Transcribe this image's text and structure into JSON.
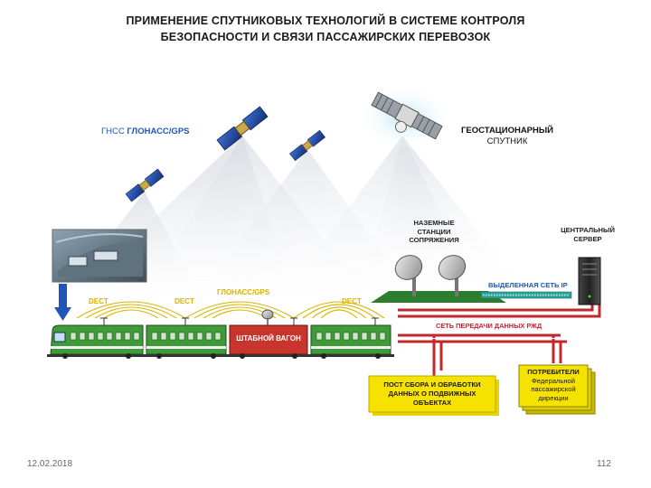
{
  "slide": {
    "title_line1": "ПРИМЕНЕНИЕ СПУТНИКОВЫХ ТЕХНОЛОГИЙ В СИСТЕМЕ КОНТРОЛЯ",
    "title_line2": "БЕЗОПАСНОСТИ И СВЯЗИ ПАССАЖИРСКИХ ПЕРЕВОЗОК",
    "date": "12.02.2018",
    "page_number": "112"
  },
  "diagram": {
    "gnss_label_a": "ГНСС ",
    "gnss_label_b": "ГЛОНАСС/GPS",
    "geo_label_line1": "ГЕОСТАЦИОНАРНЫЙ",
    "geo_label_line2": "СПУТНИК",
    "ground_stations_line1": "НАЗЕМНЫЕ",
    "ground_stations_line2": "СТАНЦИИ",
    "ground_stations_line3": "СОПРЯЖЕНИЯ",
    "central_server_line1": "ЦЕНТРАЛЬНЫЙ",
    "central_server_line2": "СЕРВЕР",
    "dedicated_ip": "ВЫДЕЛЕННАЯ СЕТЬ IP",
    "rzd_network": "СЕТЬ ПЕРЕДАЧИ ДАННЫХ РЖД",
    "dect_1": "DECT",
    "dect_2": "DECT",
    "dect_3": "DECT",
    "glonass_train": "ГЛОНАСС/GPS",
    "staff_car": "ШТАБНОЙ ВАГОН",
    "post_line1": "ПОСТ СБОРА И ОБРАБОТКИ",
    "post_line2": "ДАННЫХ О ПОДВИЖНЫХ",
    "post_line3": "ОБЪЕКТАХ",
    "consumers_line1": "ПОТРЕБИТЕЛИ",
    "consumers_line2": "Федеральной",
    "consumers_line3": "пассажирской",
    "consumers_line4": "дирекции"
  },
  "colors": {
    "network_red": "#c0282d",
    "accent_blue": "#1f57b8",
    "train_green": "#3f9a3a",
    "staff_car_red": "#c8352c",
    "box_yellow": "#f5e200",
    "ground_green": "#2e7d2e"
  }
}
